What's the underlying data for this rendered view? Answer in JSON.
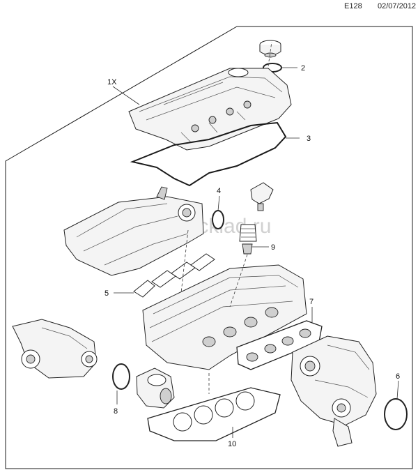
{
  "header": {
    "code": "E128",
    "date": "02/07/2012"
  },
  "watermark": "autocklad.ru",
  "callouts": [
    {
      "id": "kit",
      "label": "1X"
    },
    {
      "id": "p2",
      "label": "2"
    },
    {
      "id": "p3",
      "label": "3"
    },
    {
      "id": "p4",
      "label": "4"
    },
    {
      "id": "p5",
      "label": "5"
    },
    {
      "id": "p6",
      "label": "6"
    },
    {
      "id": "p7",
      "label": "7"
    },
    {
      "id": "p8",
      "label": "8"
    },
    {
      "id": "p9",
      "label": "9"
    },
    {
      "id": "p10",
      "label": "10"
    }
  ]
}
